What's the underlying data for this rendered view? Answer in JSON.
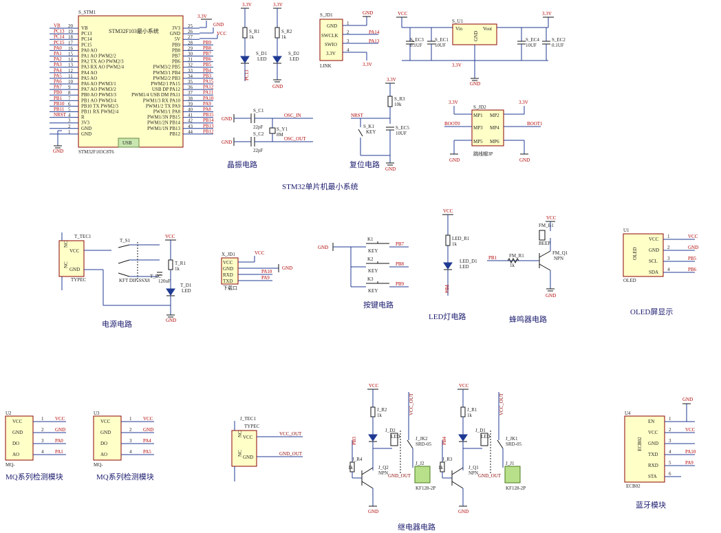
{
  "stm32": {
    "ref": "S_STM1",
    "title": "STM32F103最小系统",
    "part": "STM32F103C8T6",
    "usb": "USB",
    "left_pins": [
      {
        "net": "VB",
        "name": "VB",
        "num": "20"
      },
      {
        "net": "PC13",
        "name": "PC13",
        "num": "19"
      },
      {
        "net": "PC14",
        "name": "PC14",
        "num": "18"
      },
      {
        "net": "PC15",
        "name": "PC15",
        "num": "17"
      },
      {
        "net": "PA0",
        "name": "PA0 AO",
        "num": "16"
      },
      {
        "net": "PA1",
        "name": "PA1 AO PWM2/2",
        "num": "15"
      },
      {
        "net": "PA2",
        "name": "PA2 TX AO PWM2/3",
        "num": "14"
      },
      {
        "net": "PA3",
        "name": "PA3 RX AO PWM2/4",
        "num": "13"
      },
      {
        "net": "PA4",
        "name": "PA4 AO",
        "num": "12"
      },
      {
        "net": "PA5",
        "name": "PA5 AO",
        "num": "11"
      },
      {
        "net": "PA6",
        "name": "PA6 AO PWM3/1",
        "num": "10"
      },
      {
        "net": "PA7",
        "name": "PA7 AO PWM3/2",
        "num": "9"
      },
      {
        "net": "PB0",
        "name": "PB0 AO PWM3/3",
        "num": "8"
      },
      {
        "net": "PB1",
        "name": "PB1 AO PWM3/4",
        "num": "7"
      },
      {
        "net": "PB10",
        "name": "PB10 TX PWM2/3",
        "num": "6"
      },
      {
        "net": "PB11",
        "name": "PB11 RX PWM2/4",
        "num": "5"
      },
      {
        "net": "NRST",
        "name": "R",
        "num": "4"
      },
      {
        "net": "",
        "name": "3V3",
        "num": "3"
      },
      {
        "net": "",
        "name": "GND",
        "num": "2"
      },
      {
        "net": "",
        "name": "GND",
        "num": "1"
      }
    ],
    "right_pins": [
      {
        "name": "3V3",
        "num": "25",
        "net": ""
      },
      {
        "name": "GND",
        "num": "26",
        "net": ""
      },
      {
        "name": "5V",
        "num": "27",
        "net": ""
      },
      {
        "name": "PB9",
        "num": "28",
        "net": "PB9"
      },
      {
        "name": "PB8",
        "num": "29",
        "net": "PB8"
      },
      {
        "name": "PB7",
        "num": "30",
        "net": "PB7"
      },
      {
        "name": "PB6",
        "num": "31",
        "net": "PB6"
      },
      {
        "name": "PWM3/2 PB5",
        "num": "32",
        "net": "PB5"
      },
      {
        "name": "PWM3/1 PB4",
        "num": "33",
        "net": "PB4"
      },
      {
        "name": "PWM2/2 PB3",
        "num": "34",
        "net": "PB3"
      },
      {
        "name": "PWM2/1 PA15",
        "num": "35",
        "net": "PA15"
      },
      {
        "name": "USB DP PA12",
        "num": "36",
        "net": "PA12"
      },
      {
        "name": "PWM1/4 USB DM PA11",
        "num": "37",
        "net": "PA11"
      },
      {
        "name": "PWM1/3 RX PA10",
        "num": "38",
        "net": "PA10"
      },
      {
        "name": "PWM1/2 TX PA9",
        "num": "39",
        "net": "PA9"
      },
      {
        "name": "PWM1/1 PA8",
        "num": "40",
        "net": "PA8"
      },
      {
        "name": "PWM1/3N PB15",
        "num": "41",
        "net": "PB15"
      },
      {
        "name": "PWM1/2N PB14",
        "num": "42",
        "net": "PB14"
      },
      {
        "name": "PWM1/1N PB13",
        "num": "43",
        "net": "PB13"
      },
      {
        "name": "PB12",
        "num": "44",
        "net": "PB12"
      }
    ]
  },
  "labels": {
    "v33": "3.3V",
    "vcc": "VCC",
    "gnd": "GND",
    "k1": "1k",
    "k10": "10k",
    "pf22": "22pF",
    "m8": "8M",
    "uf10": "10UF",
    "uf01": "0.1UF",
    "uf120": "120uF",
    "nrst": "NRST",
    "pc13": "PC13",
    "pa14": "PA14",
    "pa13": "PA13",
    "boot0": "BOOT0",
    "boot1": "BOOT1",
    "osc_in": "OSC_IN",
    "osc_out": "OSC_OUT",
    "pb1": "PB1",
    "pb5": "PB5",
    "pb6": "PB6",
    "pb7": "PB7",
    "pb8": "PB8",
    "pb9": "PB9",
    "pa10": "PA10",
    "pa9": "PA9",
    "pa0": "PA0",
    "pa1": "PA1",
    "pa4": "PA4",
    "pa5": "PA5",
    "pb4": "PB4",
    "pb3": "PB3",
    "vcc_out": "VCC_OUT",
    "gnd_out": "GND_OUT",
    "key": "KEY",
    "led": "LED",
    "npn": "NPN",
    "beep": "BEEP",
    "tcpe": "TYPEC",
    "nc": "NC",
    "vcc_pin": "VCC",
    "gnd_pin": "GND",
    "mq": "MQ-",
    "kf": "KF128-2P",
    "srd": "SRD-05",
    "dip": "KFT DIP-SSX8",
    "s1": "T_S1",
    "tec1": "T_TEC1",
    "r1": "T_R1",
    "ec": "T_EC",
    "d1": "T_D1"
  },
  "refs": {
    "s_r1": "S_R1",
    "s_r2": "S_R2",
    "s_d1": "S_D1",
    "s_d2": "S_D2",
    "s_jd1": "S_JD1",
    "link": "LINK",
    "swclk": "SWCLK",
    "swio": "SWIO",
    "s_u1": "S_U1",
    "vin": "Vin",
    "vout": "Vout",
    "s_ec3": "S_EC3",
    "s_ec1": "S_EC1",
    "s_ec4": "S_EC4",
    "s_ec2": "S_EC2",
    "s_c1": "S_C1",
    "s_c2": "S_C2",
    "s_y1": "S_Y1",
    "s_r3": "S_R3",
    "s_k1": "S_K1",
    "s_ec5": "S_EC5",
    "s_jd2": "S_JD2",
    "mp1": "MP1",
    "mp2": "MP2",
    "mp3": "MP3",
    "mp4": "MP4",
    "mp5": "MP5",
    "mp6": "MP6",
    "jd2_part": "跳线帽3P",
    "x_jd1": "X_JD1",
    "rxd": "RXD",
    "txd": "TXD",
    "x_part": "下载口",
    "k1": "K1",
    "k2": "K2",
    "k3": "K3",
    "led_r1": "LED_R1",
    "led_d1": "LED_D1",
    "fm_b1": "FM_B1",
    "fm_r1": "FM_R1",
    "fm_q1": "FM_Q1",
    "u1": "U1",
    "oled": "OLED",
    "scl": "SCL",
    "sda": "SDA",
    "u2": "U2",
    "u3": "U3",
    "do": "DO",
    "ao": "AO",
    "j_tec1": "J_TEC1",
    "j_r2": "J_R2",
    "j_d2": "J_D2",
    "j_jk2": "J_JK2",
    "j_r4": "J_R4",
    "j_q2": "J_Q2",
    "j_j2": "J_J2",
    "j_r1": "J_R1",
    "j_d1": "J_D1",
    "j_jk1": "J_JK1",
    "j_r3": "J_R3",
    "j_q1": "J_Q1",
    "j_j1": "J_J1",
    "u4": "U4",
    "en": "EN",
    "txd4": "TXD",
    "rxd4": "RXD",
    "sta": "STA",
    "ecb02": "ECB02",
    "pb10": "PB10",
    "pb11": "PB11"
  },
  "titles": {
    "crystal": "晶振电路",
    "reset": "复位电路",
    "system": "STM32单片机最小系统",
    "power": "电源电路",
    "buttons": "按键电路",
    "led": "LED灯电路",
    "buzzer": "蜂鸣器电路",
    "oled": "OLED屏显示",
    "mq1": "MQ系列检测模块",
    "mq2": "MQ系列检测模块",
    "relay": "继电器电路",
    "bt": "蓝牙模块"
  }
}
